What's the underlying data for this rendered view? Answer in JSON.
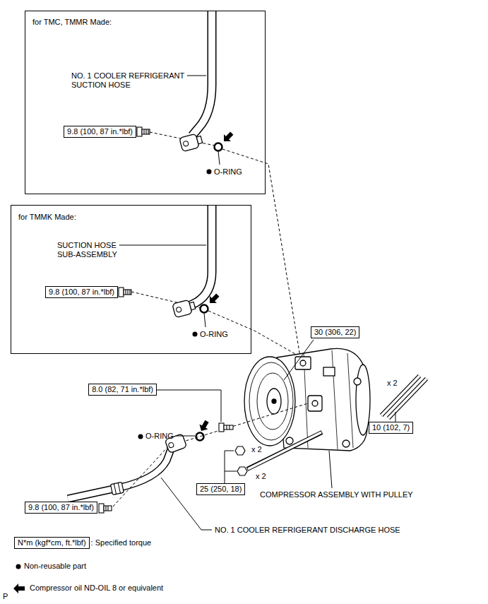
{
  "diagram": {
    "nodes": [
      {
        "text": [
          "for TMC, TMMR Made:",
          "NO. 1 COOLER REFRIGERANT SUCTION HOSE",
          "O-RING"
        ]
      },
      {
        "text": [
          "9.8 (100, 87 in.*lbf)"
        ],
        "in": 0
      },
      {
        "text": [
          "for TMMK Made:",
          "SUCTION HOSE SUB-ASSEMBLY",
          "O-RING"
        ]
      },
      {
        "text": [
          "9.8 (100, 87 in.*lbf)"
        ],
        "in": 2
      },
      {
        "text": [
          "30 (306, 22)"
        ]
      },
      {
        "text": [
          "8.0 (82, 71 in.*lbf)"
        ]
      },
      {
        "text": [
          "10 (102, 7)"
        ]
      },
      {
        "text": [
          "25 (250, 18)"
        ]
      },
      {
        "text": [
          "9.8 (100, 87 in.*lbf)"
        ]
      },
      {
        "text": [
          "N*m (kgf*cm, ft.*lbf)"
        ]
      }
    ],
    "labels": [
      "O-RING",
      "x 2",
      "x 2",
      "x 2",
      "COMPRESSOR ASSEMBLY WITH PULLEY",
      "NO. 1 COOLER REFRIGERANT DISCHARGE HOSE",
      ": Specified torque",
      "P"
    ],
    "legend": [
      {
        "text": "Non-reusable part"
      },
      {
        "text": "Compressor oil ND-OIL 8 or equivalent"
      }
    ]
  }
}
